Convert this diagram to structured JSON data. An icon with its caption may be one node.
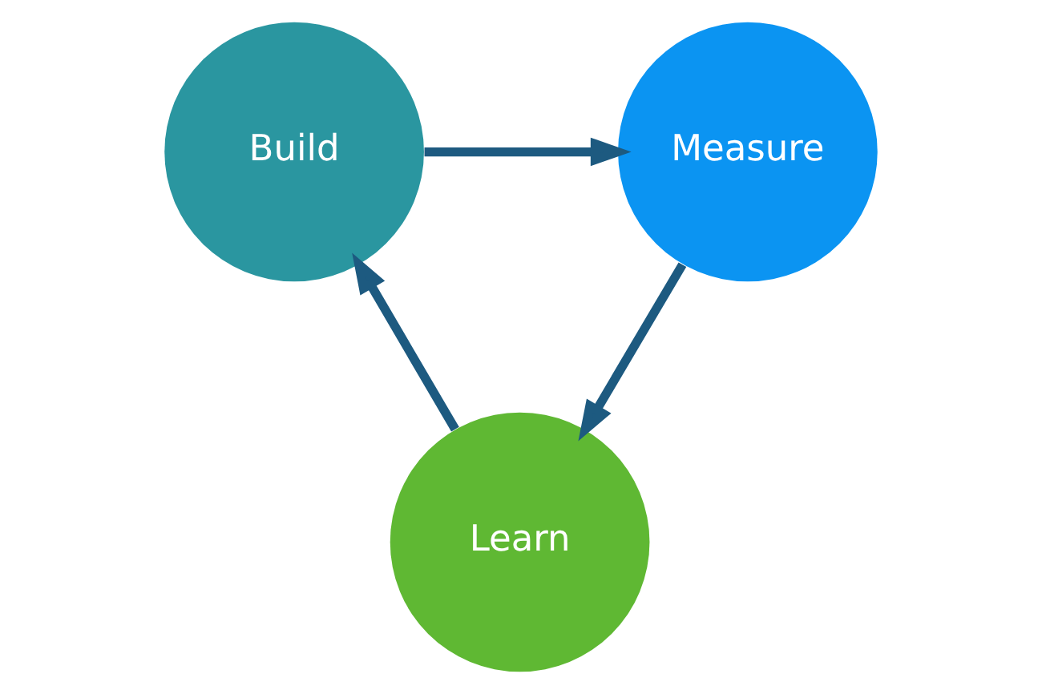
{
  "diagram": {
    "nodes": [
      {
        "text": [
          "Build"
        ]
      },
      {
        "text": [
          "Measure"
        ]
      },
      {
        "text": [
          "Learn"
        ]
      }
    ],
    "edges": [
      {
        "from": 0,
        "to": 1,
        "arrow": "to"
      },
      {
        "from": 1,
        "to": 2,
        "arrow": "to"
      },
      {
        "from": 2,
        "to": 0,
        "arrow": "to"
      }
    ]
  }
}
